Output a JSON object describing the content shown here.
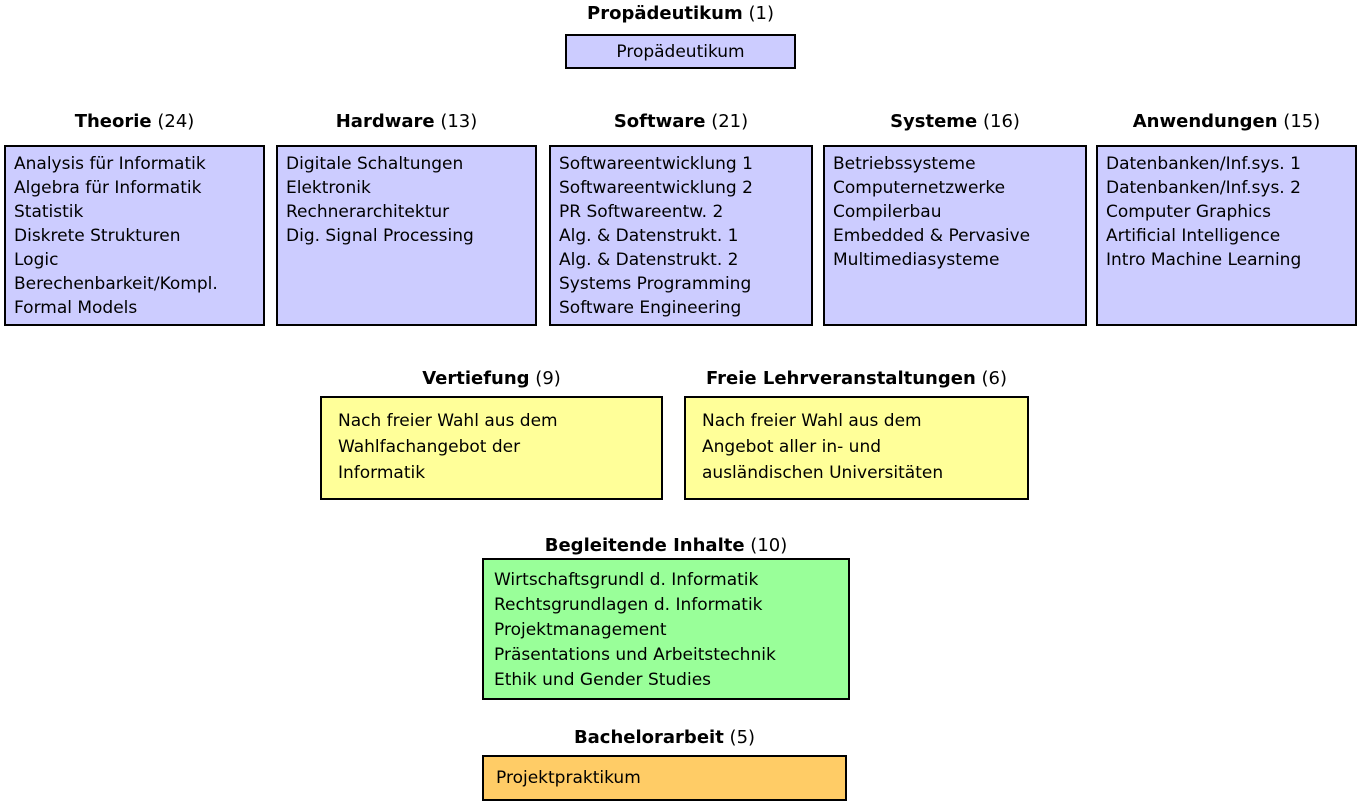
{
  "colors": {
    "lavender": "#ccccff",
    "yellow": "#ffff99",
    "green": "#99ff99",
    "orange": "#ffcc66",
    "border": "#000000",
    "background": "#ffffff"
  },
  "sections": {
    "propaedeutikum": {
      "title": "Propädeutikum",
      "count": "(1)",
      "items": [
        "Propädeutikum"
      ]
    },
    "theorie": {
      "title": "Theorie",
      "count": "(24)",
      "items": [
        "Analysis für Informatik",
        "Algebra für Informatik",
        "Statistik",
        "Diskrete Strukturen",
        "Logic",
        "Berechenbarkeit/Kompl.",
        "Formal Models"
      ]
    },
    "hardware": {
      "title": "Hardware",
      "count": "(13)",
      "items": [
        "Digitale Schaltungen",
        "Elektronik",
        "Rechnerarchitektur",
        "Dig. Signal Processing"
      ]
    },
    "software": {
      "title": "Software",
      "count": "(21)",
      "items": [
        "Softwareentwicklung 1",
        "Softwareentwicklung 2",
        "PR Softwareentw. 2",
        "Alg. & Datenstrukt. 1",
        "Alg. & Datenstrukt. 2",
        "Systems Programming",
        "Software Engineering"
      ]
    },
    "systeme": {
      "title": "Systeme",
      "count": "(16)",
      "items": [
        "Betriebssysteme",
        "Computernetzwerke",
        "Compilerbau",
        "Embedded & Pervasive",
        "Multimediasysteme"
      ]
    },
    "anwendungen": {
      "title": "Anwendungen",
      "count": "(15)",
      "items": [
        "Datenbanken/Inf.sys. 1",
        "Datenbanken/Inf.sys. 2",
        "Computer Graphics",
        "Artificial Intelligence",
        "Intro Machine Learning"
      ]
    },
    "vertiefung": {
      "title": "Vertiefung",
      "count": "(9)",
      "lines": [
        "Nach freier Wahl aus dem",
        "Wahlfachangebot der",
        "Informatik"
      ]
    },
    "freie_lehrveranstaltungen": {
      "title": "Freie Lehrveranstaltungen",
      "count": "(6)",
      "lines": [
        "Nach freier Wahl aus dem",
        "Angebot aller in- und",
        "ausländischen Universitäten"
      ]
    },
    "begleitende_inhalte": {
      "title": "Begleitende Inhalte",
      "count": "(10)",
      "items": [
        "Wirtschaftsgrundl d. Informatik",
        "Rechtsgrundlagen d. Informatik",
        "Projektmanagement",
        "Präsentations und Arbeitstechnik",
        "Ethik und Gender Studies"
      ]
    },
    "bachelorarbeit": {
      "title": "Bachelorarbeit",
      "count": "(5)",
      "items": [
        "Projektpraktikum"
      ]
    }
  }
}
